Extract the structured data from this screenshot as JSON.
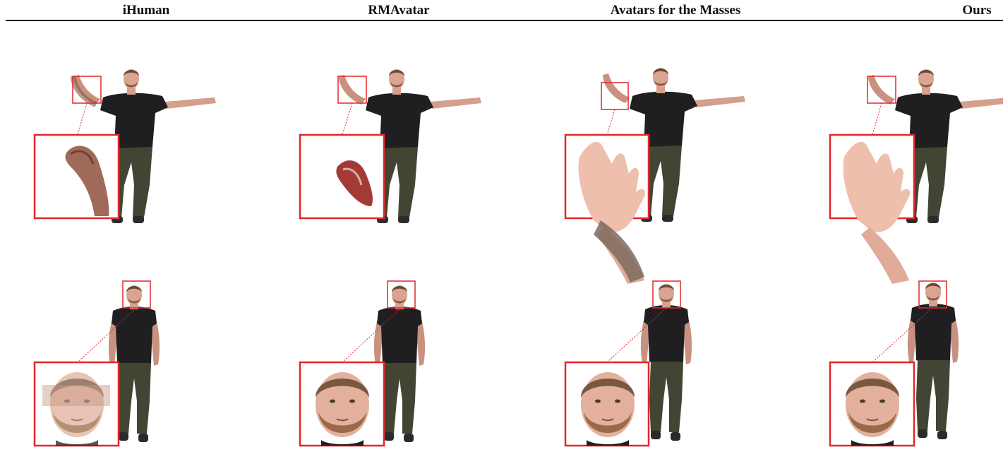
{
  "header": {
    "columns": [
      {
        "label": "iHuman"
      },
      {
        "label": "RMAvatar"
      },
      {
        "label": "Avatars for the Masses"
      },
      {
        "label": "Ours"
      }
    ]
  },
  "colors": {
    "zoom_box": "#e3262b",
    "shirt": "#1f1f22",
    "pants": "#434534",
    "skin": "#d9a592",
    "hair": "#6b4a34",
    "shoe": "#2b2b2b"
  }
}
